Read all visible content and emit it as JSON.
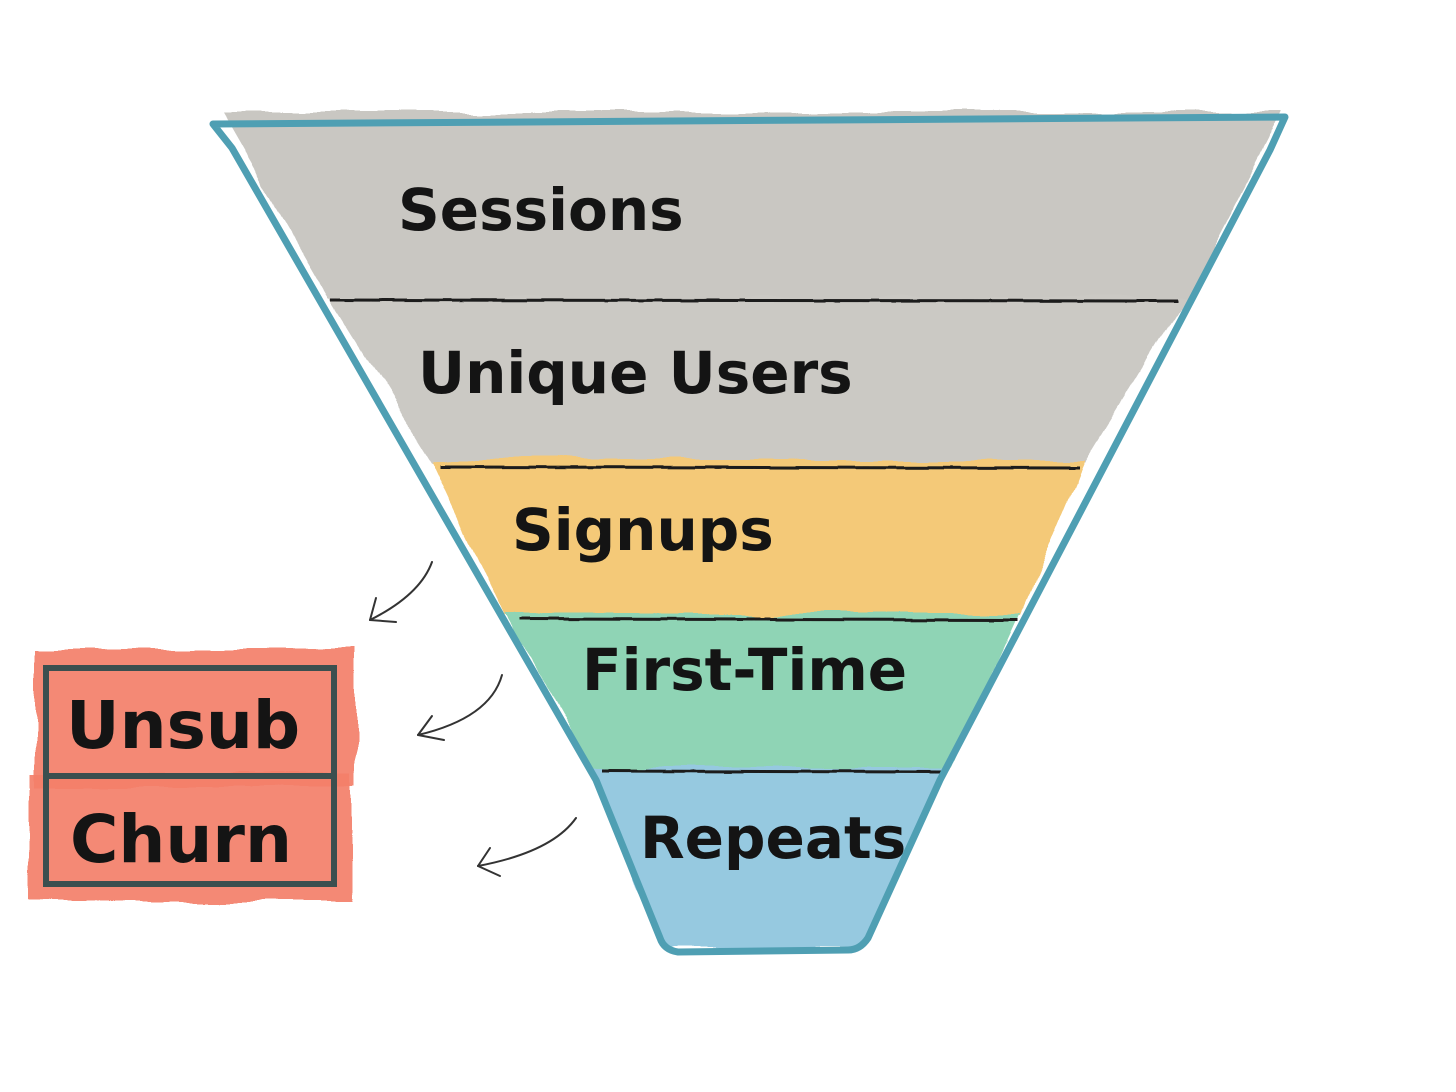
{
  "funnel": {
    "stages": [
      {
        "label": "Sessions",
        "color": "#c9c7c2"
      },
      {
        "label": "Unique Users",
        "color": "#cbc9c4"
      },
      {
        "label": "Signups",
        "color": "#f4c978"
      },
      {
        "label": "First-Time",
        "color": "#8fd4b5"
      },
      {
        "label": "Repeats",
        "color": "#96c9e0"
      }
    ],
    "outline_color": "#4f9fb3",
    "divider_color": "#1a1a1a"
  },
  "side_boxes": [
    {
      "label": "Unsub",
      "color": "#f4806b"
    },
    {
      "label": "Churn",
      "color": "#f4806b"
    }
  ],
  "side_box_border_color": "#3b4f4f",
  "arrow_color": "#333333"
}
